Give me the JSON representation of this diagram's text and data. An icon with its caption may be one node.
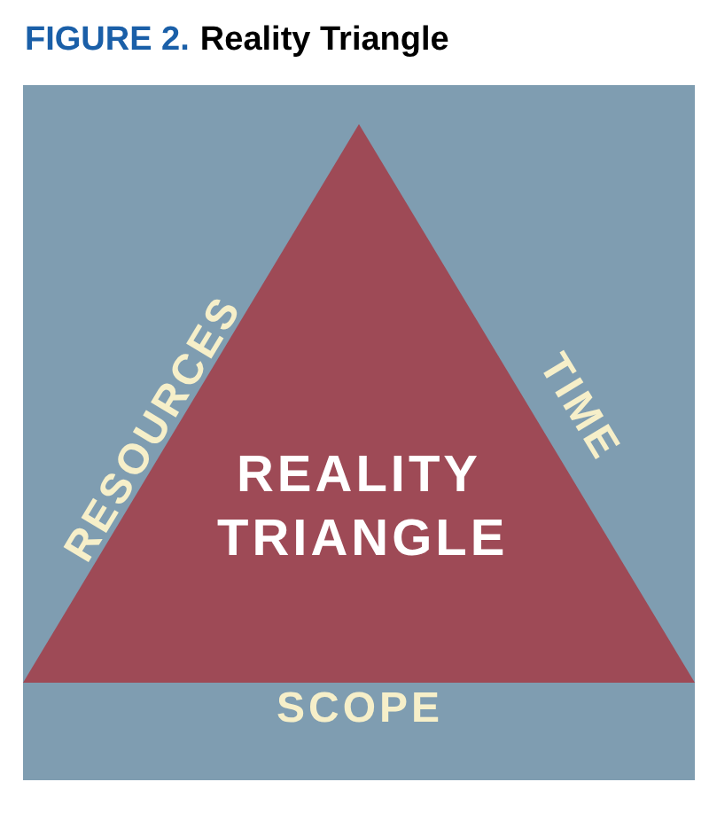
{
  "diagram": {
    "title": "Reality Triangle",
    "nodes": [
      {
        "text": [
          "REALITY TRIANGLE"
        ],
        "beside": [
          "RESOURCES",
          "TIME",
          "SCOPE"
        ]
      }
    ],
    "labels": [
      "FIGURE 2."
    ]
  }
}
